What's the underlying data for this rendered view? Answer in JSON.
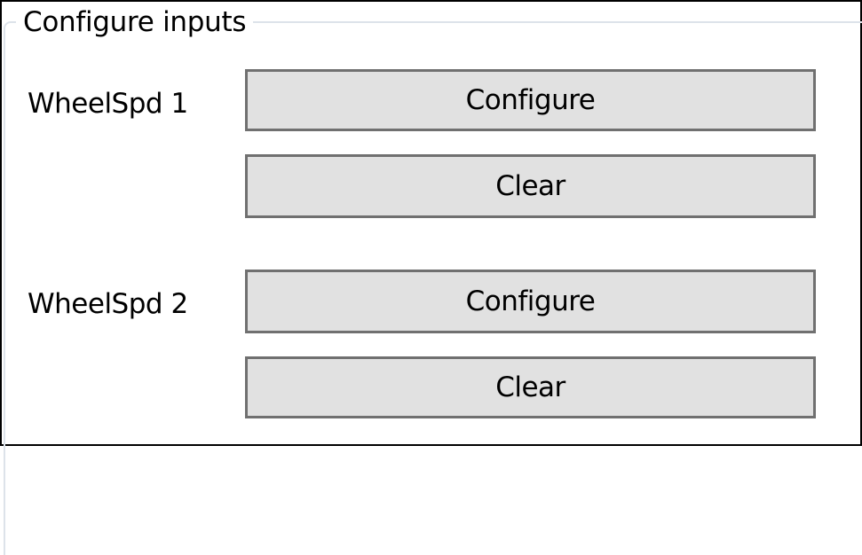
{
  "group": {
    "title": "Configure inputs"
  },
  "inputs": [
    {
      "label": "WheelSpd 1",
      "configure_label": "Configure",
      "clear_label": "Clear"
    },
    {
      "label": "WheelSpd 2",
      "configure_label": "Configure",
      "clear_label": "Clear"
    }
  ],
  "colors": {
    "button_bg": "#e1e1e1",
    "button_border": "#707070",
    "groupbox_border": "#dde3ea",
    "window_border": "#000000"
  }
}
